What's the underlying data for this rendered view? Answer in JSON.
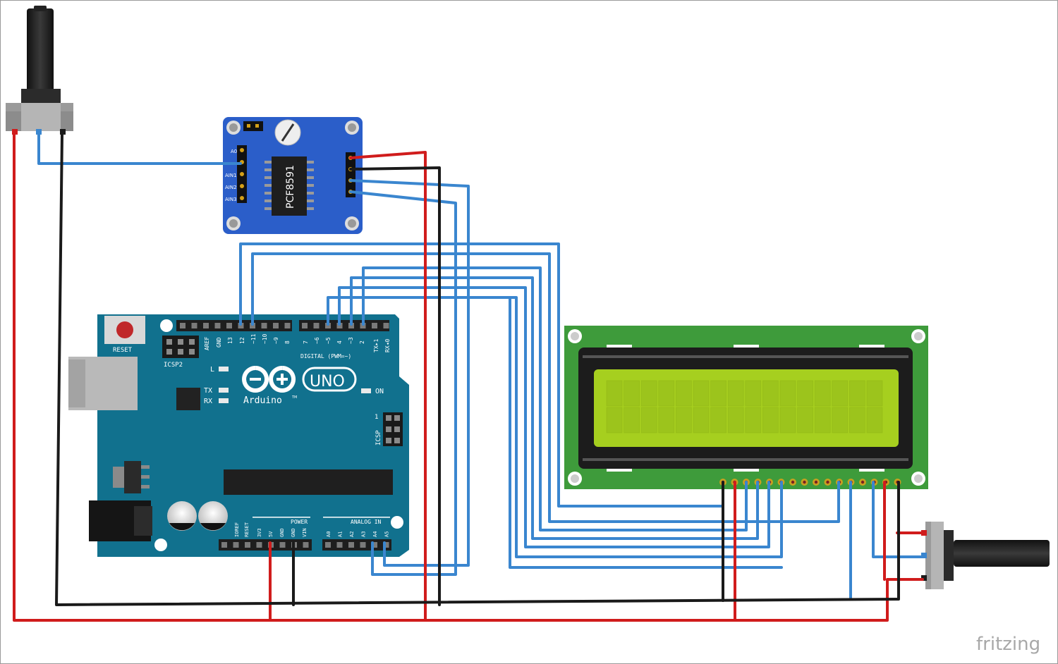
{
  "pcf": {
    "chip": "PCF8591",
    "pins": [
      "A0",
      "AIN1",
      "AIN2",
      "AIN3"
    ]
  },
  "arduino": {
    "reset": "RESET",
    "icsp2": "ICSP2",
    "icsp": "ICSP",
    "icsp_pin1": "1",
    "aref": "AREF",
    "gnd_top": "GND",
    "digital": "DIGITAL (PWM=~)",
    "led_l": "L",
    "led_tx": "TX",
    "led_rx": "RX",
    "on": "ON",
    "logo_text": "Arduino",
    "tm": "TM",
    "uno": "UNO",
    "power": "POWER",
    "analog": "ANALOG IN",
    "digital_pins": [
      "13",
      "12",
      "~11",
      "~10",
      "~9",
      "8",
      "7",
      "~6",
      "~5",
      "4",
      "~3",
      "2",
      "TX▸1",
      "RX◂0"
    ],
    "power_pins": [
      "IOREF",
      "RESET",
      "3V3",
      "5V",
      "GND",
      "GND",
      "VIN"
    ],
    "analog_pins": [
      "A0",
      "A1",
      "A2",
      "A3",
      "A4",
      "A5"
    ]
  },
  "watermark": "fritzing",
  "colors": {
    "wire_red": "#d01c1c",
    "wire_black": "#1a1a1a",
    "wire_blue": "#3a86cf",
    "arduino_board": "#11718e",
    "pcf_board": "#2b5ec9",
    "lcd_board": "#3e9b3b",
    "lcd_screen": "#a6cf1f"
  }
}
